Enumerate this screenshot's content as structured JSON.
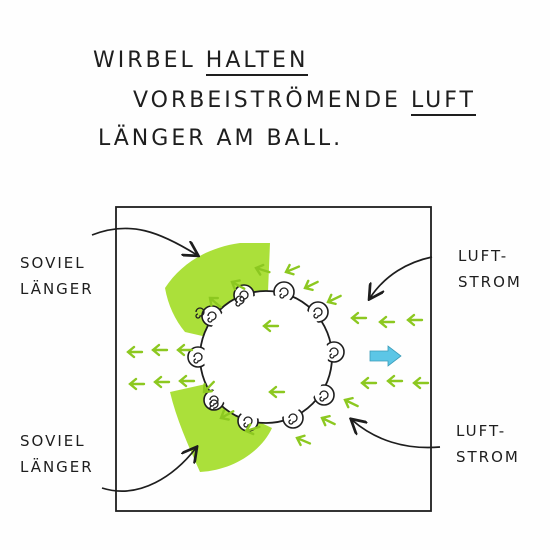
{
  "title": {
    "line1_prefix": "WIRBEL ",
    "line1_underlined": "HALTEN",
    "line2_prefix": "VORBEISTRÖMENDE ",
    "line2_underlined": "LUFT",
    "line3": "LÄNGER AM BALL."
  },
  "labels": {
    "soviel_top_1": "SOVIEL",
    "soviel_top_2": "LÄNGER",
    "soviel_bottom_1": "SOVIEL",
    "soviel_bottom_2": "LÄNGER",
    "luft_top_1": "LUFT-",
    "luft_top_2": "STROM",
    "luft_bottom_1": "LUFT-",
    "luft_bottom_2": "STROM"
  },
  "colors": {
    "wedge_green": "#9fdc1f",
    "arrow_green": "#8cc820",
    "flow_arrow_blue": "#5cc6e6",
    "ink": "#1e1e1e"
  }
}
